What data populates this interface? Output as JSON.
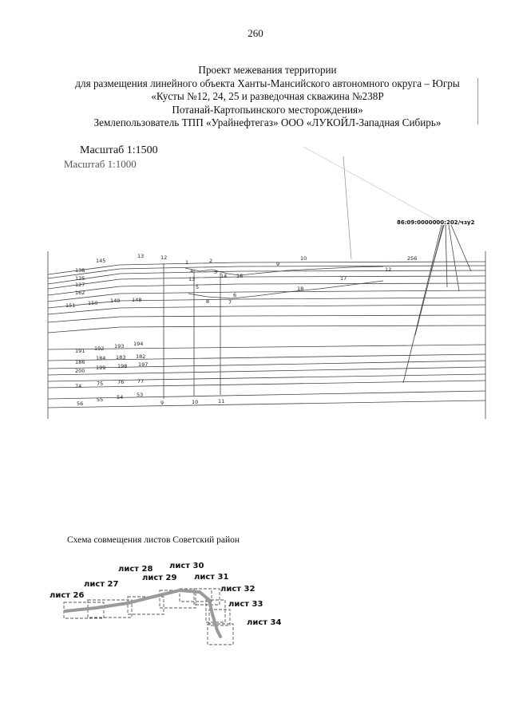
{
  "page": {
    "number": "260"
  },
  "title": {
    "lines": [
      "Проект межевания территории",
      "для размещения линейного объекта Ханты-Мансийского автономного округа – Югры",
      "«Кусты №12, 24, 25  и разведочная скважина №238Р",
      "Потанай-Картопьинского месторождения»",
      "Землепользователь ТПП «Урайнефтегаз» ООО «ЛУКОЙЛ-Западная Сибирь»"
    ]
  },
  "scale": {
    "label": "Масштаб 1:1500",
    "ghost_label": "Масштаб 1:1000"
  },
  "plan": {
    "cadastral_label": "86:09:0000000:202/чзу2",
    "point_labels": [
      "145",
      "13",
      "12",
      "1",
      "2",
      "138",
      "4",
      "3",
      "14",
      "16",
      "9",
      "10",
      "256",
      "12",
      "135",
      "17",
      "127",
      "13",
      "18",
      "162",
      "5",
      "6",
      "151",
      "150",
      "149",
      "148",
      "8",
      "7",
      "191",
      "192",
      "193",
      "194",
      "186",
      "184",
      "183",
      "182",
      "200",
      "199",
      "198",
      "197",
      "74",
      "75",
      "76",
      "77",
      "56",
      "55",
      "54",
      "53",
      "9",
      "10",
      "11"
    ]
  },
  "scheme": {
    "caption": "Схема совмещения листов Советский район",
    "sheets": [
      "лист 26",
      "лист  27",
      "лист  28",
      "лист 29",
      "лист 30",
      "лист  31",
      "лист 32",
      "лист 33",
      "лист 34"
    ]
  }
}
